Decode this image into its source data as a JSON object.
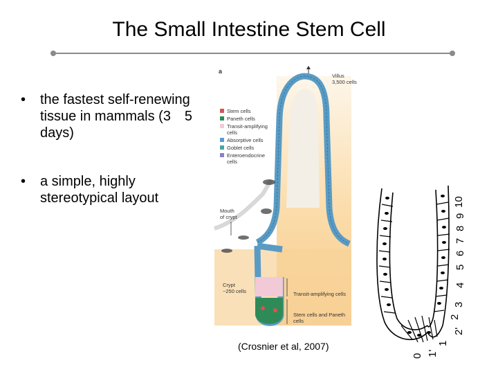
{
  "slide": {
    "title": "The Small Intestine Stem Cell",
    "bullets": [
      {
        "text": "the fastest self-renewing tissue in mammals (3　5 days)"
      },
      {
        "text": "a simple, highly stereotypical layout"
      }
    ],
    "citation": "(Crosnier et al, 2007)"
  },
  "figure": {
    "panel_label": "a",
    "villus_label_1": "Villus",
    "villus_label_2": "3,500 cells",
    "mouth_label_1": "Mouth",
    "mouth_label_2": "of crypt",
    "crypt_label_1": "Crypt",
    "crypt_label_2": "~250 cells",
    "transit_label": "Transit-amplifying cells",
    "stem_label_1": "Stem cells and Paneth",
    "stem_label_2": "cells",
    "legend": [
      {
        "label": "Stem cells",
        "color": "#d9534f"
      },
      {
        "label": "Paneth cells",
        "color": "#2e8b57"
      },
      {
        "label": "Transit-amplifying",
        "color": "#f2c9d6"
      },
      {
        "label": "cells",
        "color": ""
      },
      {
        "label": "Absorptive cells",
        "color": "#5b9bd5"
      },
      {
        "label": "Goblet cells",
        "color": "#4aa3a0"
      },
      {
        "label": "Enteroendocrine",
        "color": "#8b7fc7"
      },
      {
        "label": "cells",
        "color": ""
      }
    ],
    "crypt_positions": [
      "0",
      "1'",
      "1",
      "2'",
      "2",
      "3",
      "4",
      "5",
      "6",
      "7",
      "8",
      "9",
      "10"
    ]
  }
}
